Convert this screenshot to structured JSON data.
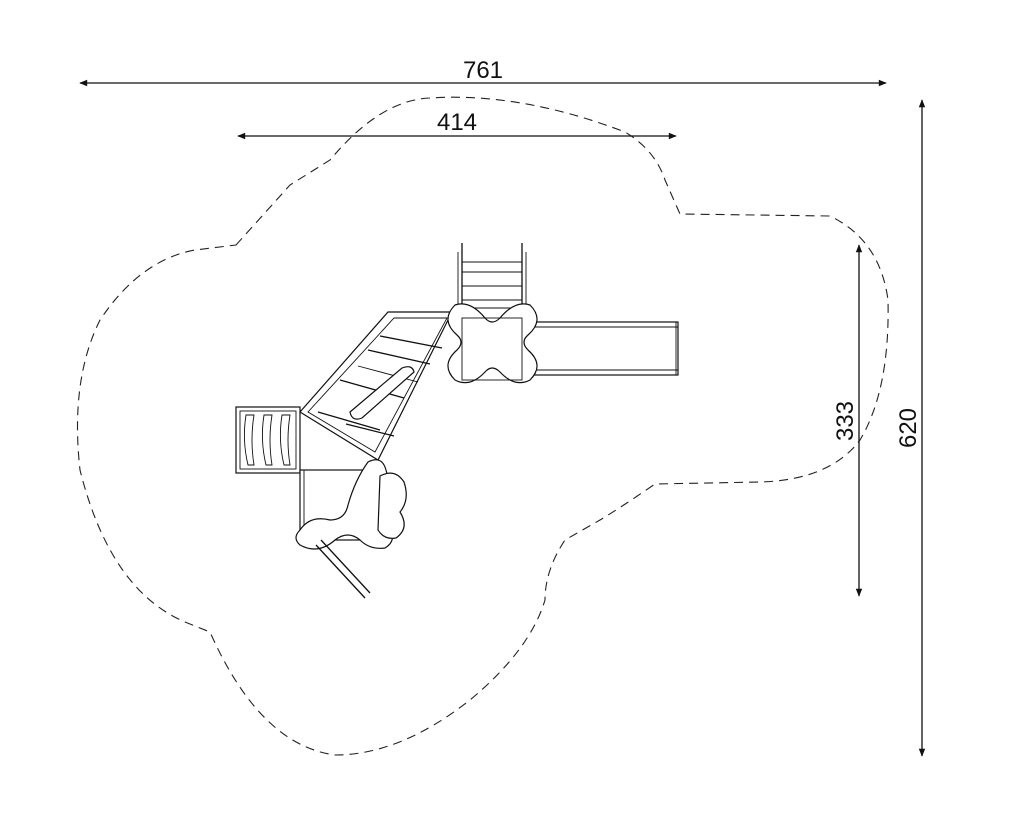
{
  "dimensions": {
    "overall_width": "761",
    "equipment_width": "414",
    "equipment_depth": "333",
    "overall_depth": "620"
  }
}
